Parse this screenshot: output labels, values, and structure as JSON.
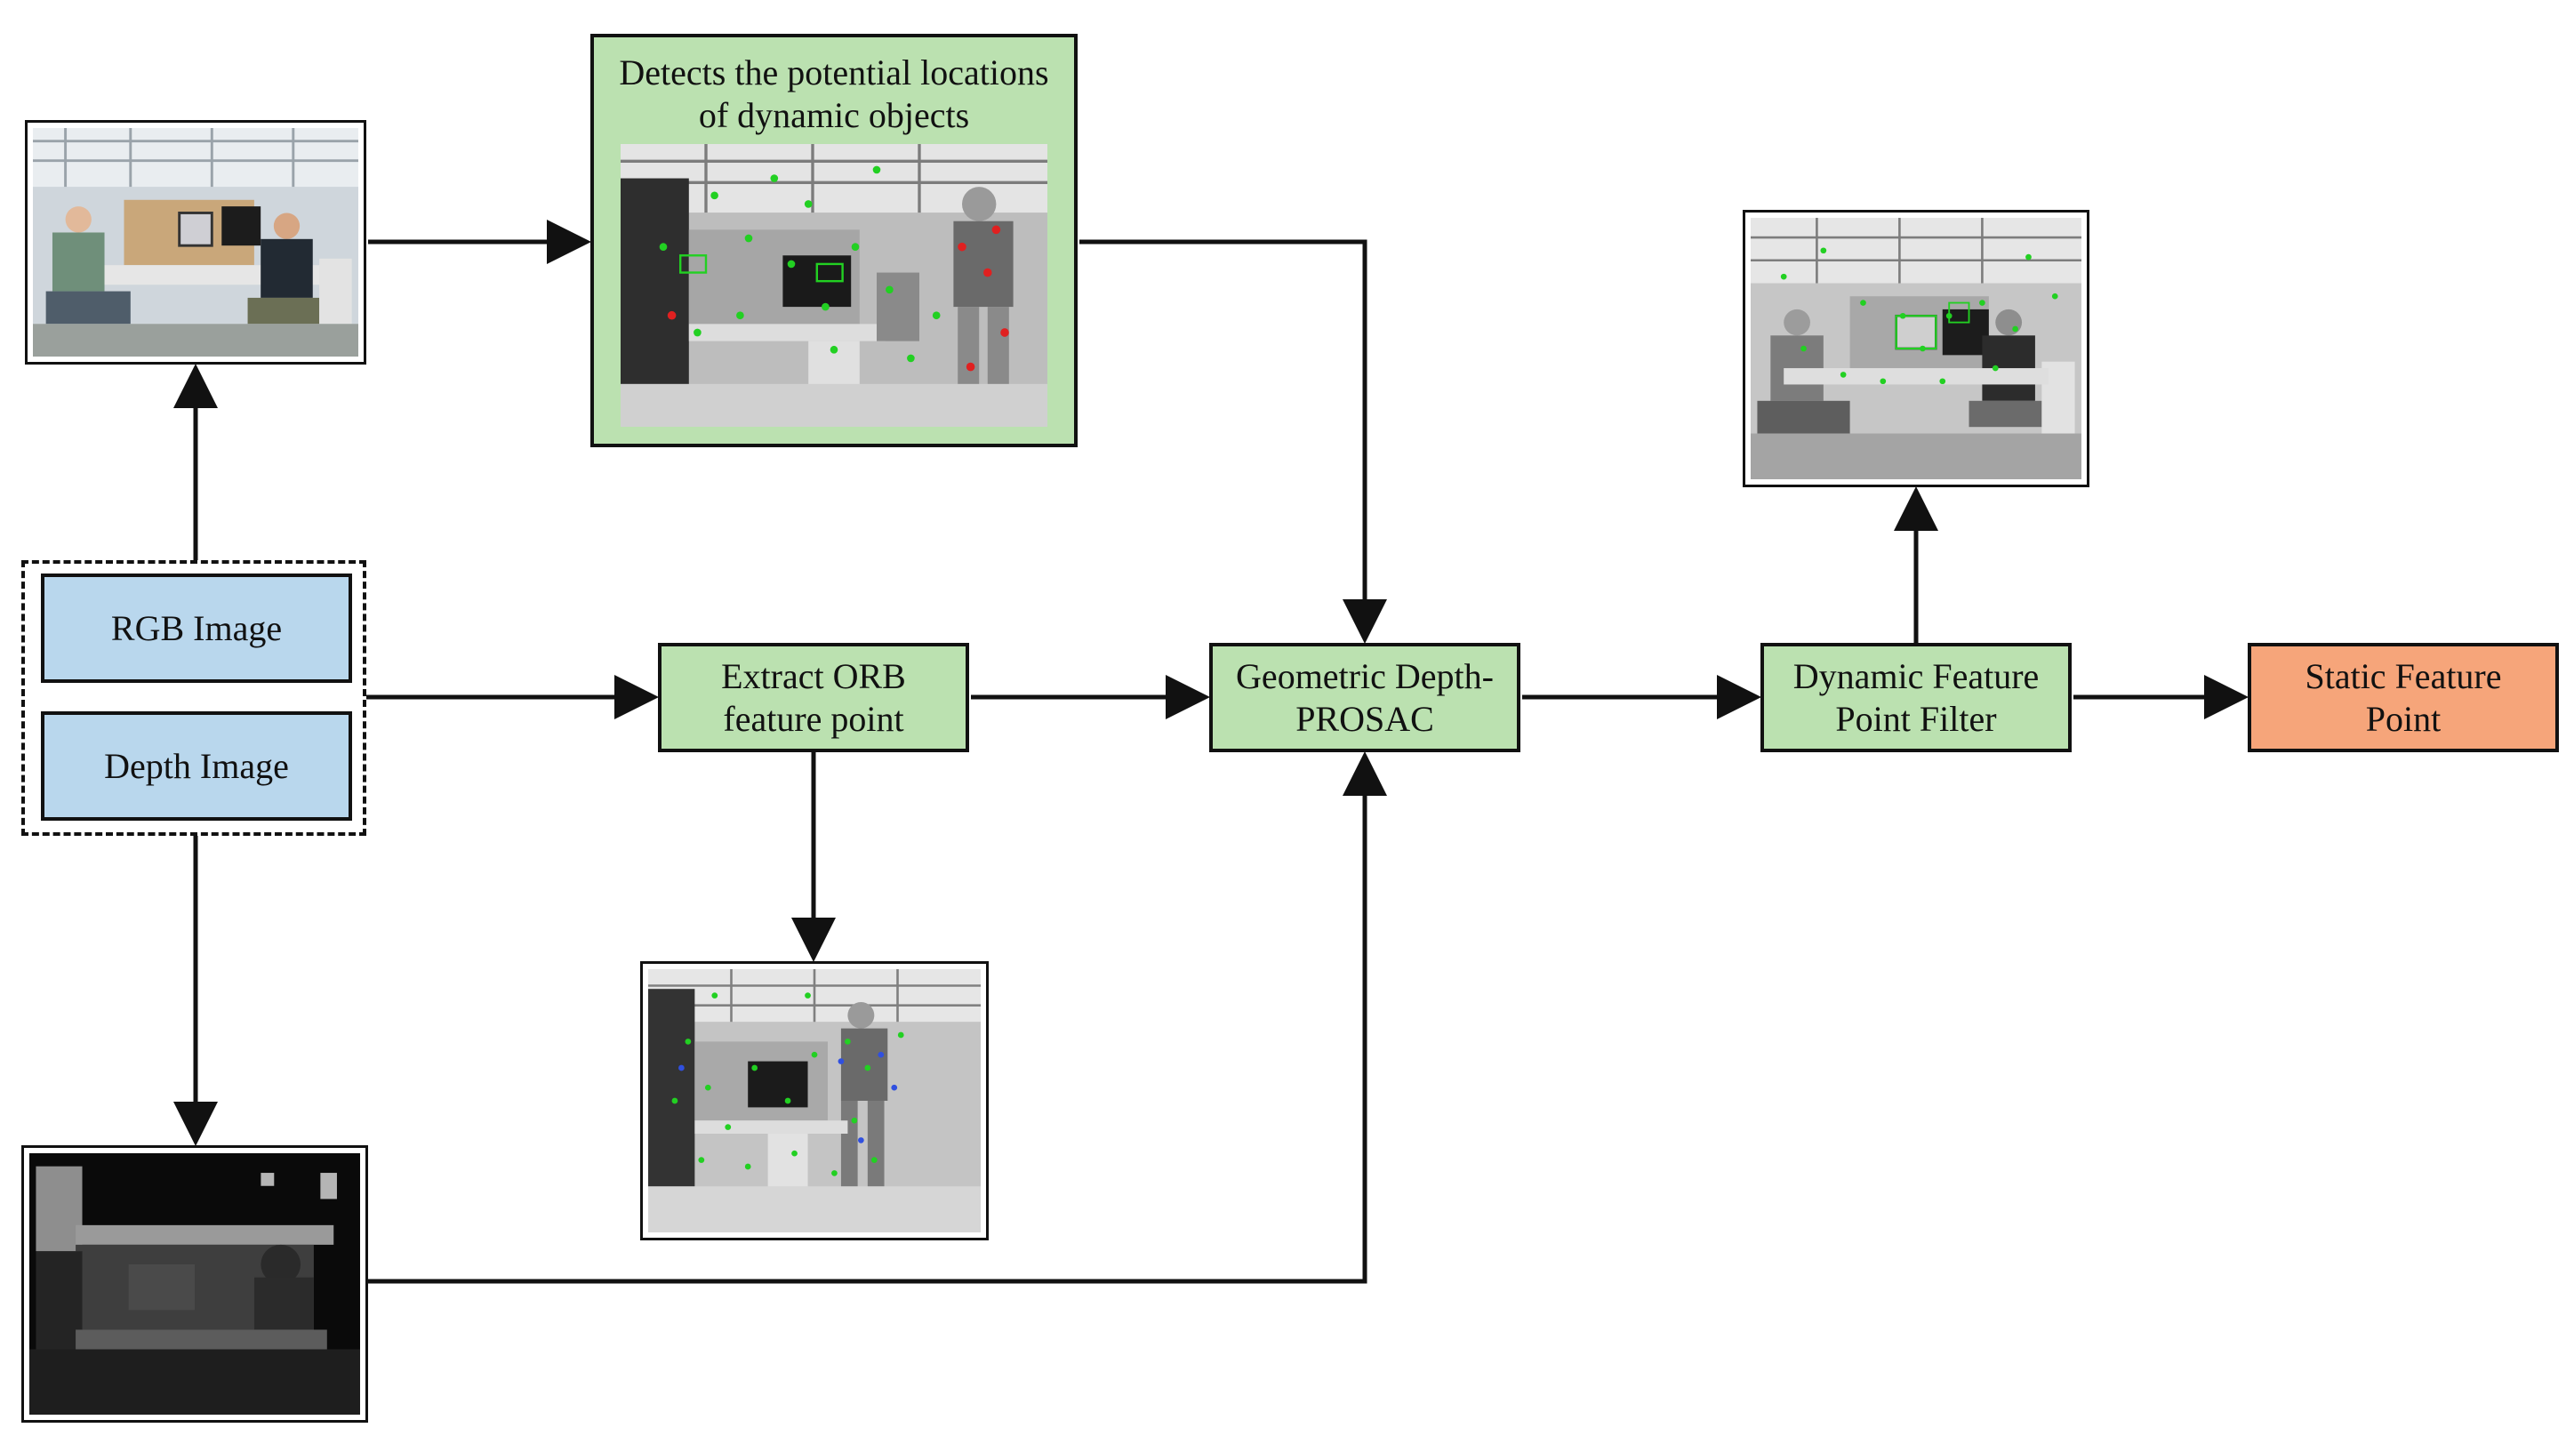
{
  "nodes": {
    "rgb": "RGB Image",
    "depth": "Depth Image",
    "orb": "Extract ORB feature point",
    "orb_lines": [
      "Extract ORB",
      "feature point"
    ],
    "gdp_lines": [
      "Geometric Depth-",
      "PROSAC"
    ],
    "dff_lines": [
      "Dynamic Feature",
      "Point Filter"
    ],
    "sfp_lines": [
      "Static Feature",
      "Point"
    ],
    "detect_lines": [
      "Detects the potential locations",
      "of dynamic objects"
    ]
  },
  "images": {
    "rgb_photo": "rgb-office-scene",
    "detect_photo": "grayscale-detection-result",
    "orb_photo": "orb-feature-points-result",
    "filter_photo": "filtered-feature-points-result",
    "depth_photo": "depth-map"
  },
  "colors": {
    "input_fill": "#b9d7ed",
    "process_fill": "#bbe1b0",
    "output_fill": "#f6a57a",
    "feature_green": "#22d022",
    "feature_red": "#e02020",
    "feature_blue": "#3050e0"
  }
}
